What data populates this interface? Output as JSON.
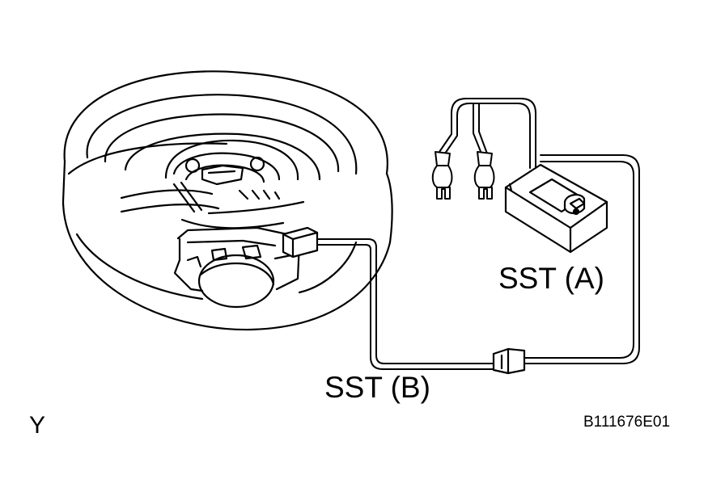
{
  "labels": {
    "sst_a": "SST (A)",
    "sst_b": "SST (B)",
    "corner_mark": "Y",
    "figure_id": "B111676E01"
  },
  "colors": {
    "line": "#000000",
    "background": "#ffffff"
  }
}
